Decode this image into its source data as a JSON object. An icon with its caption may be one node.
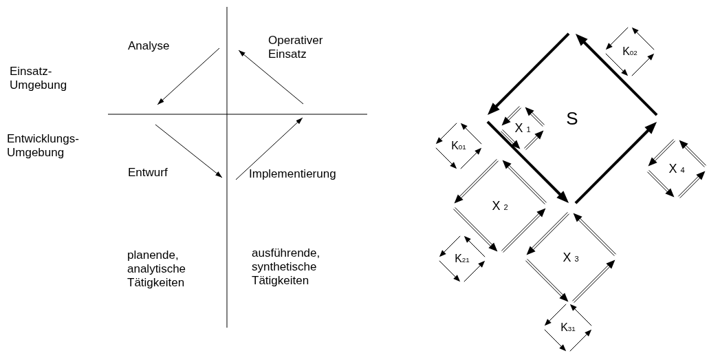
{
  "diagram": {
    "nodes": [
      {
        "text": [
          "K$_{02}$"
        ]
      },
      {
        "text": [
          "S"
        ]
      },
      {
        "text": [
          "X $_{1}$"
        ],
        "in": 1
      },
      {
        "text": [
          "K$_{01}$"
        ]
      },
      {
        "text": [
          "X $_{4}$"
        ]
      },
      {
        "text": [
          "X $_{2}$"
        ]
      },
      {
        "text": [
          "K$_{21}$"
        ]
      },
      {
        "text": [
          "X $_{3}$"
        ]
      },
      {
        "text": [
          "K$_{31}$"
        ]
      }
    ],
    "labels": [
      "Operativer Einsatz",
      "Analyse",
      "Einsatz-Umgebung",
      "Entwicklungs-Umgebung",
      "Entwurf",
      "Implementierung",
      "planende, analytische Tätigkeiten",
      "ausführende, synthetische Tätigkeiten"
    ]
  }
}
